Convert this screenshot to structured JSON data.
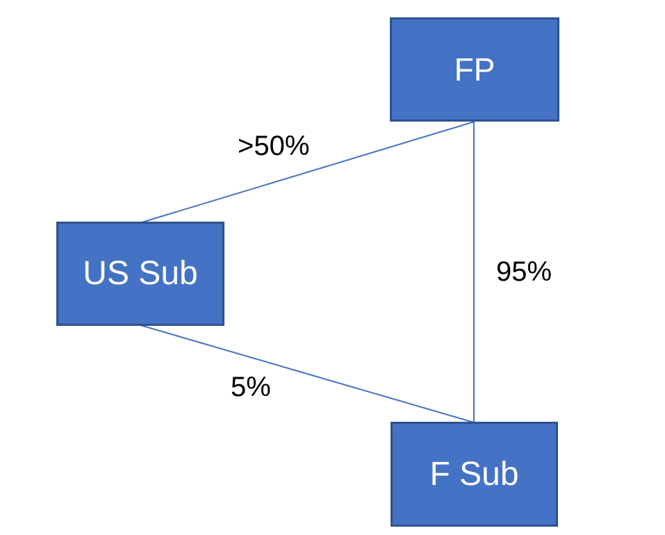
{
  "diagram": {
    "type": "ownership-structure",
    "background_color": "#ffffff",
    "colors": {
      "node_fill": "#4472C4",
      "node_border": "#2F528F",
      "node_text": "#ffffff",
      "connector": "#4472C4",
      "edge_label_text": "#000000"
    },
    "nodes": [
      {
        "id": "fp",
        "label": "FP"
      },
      {
        "id": "us-sub",
        "label": "US Sub"
      },
      {
        "id": "f-sub",
        "label": "F Sub"
      }
    ],
    "edges": [
      {
        "from": "FP",
        "to": "US Sub",
        "label": ">50%"
      },
      {
        "from": "FP",
        "to": "F Sub",
        "label": "95%"
      },
      {
        "from": "US Sub",
        "to": "F Sub",
        "label": "5%"
      }
    ]
  }
}
